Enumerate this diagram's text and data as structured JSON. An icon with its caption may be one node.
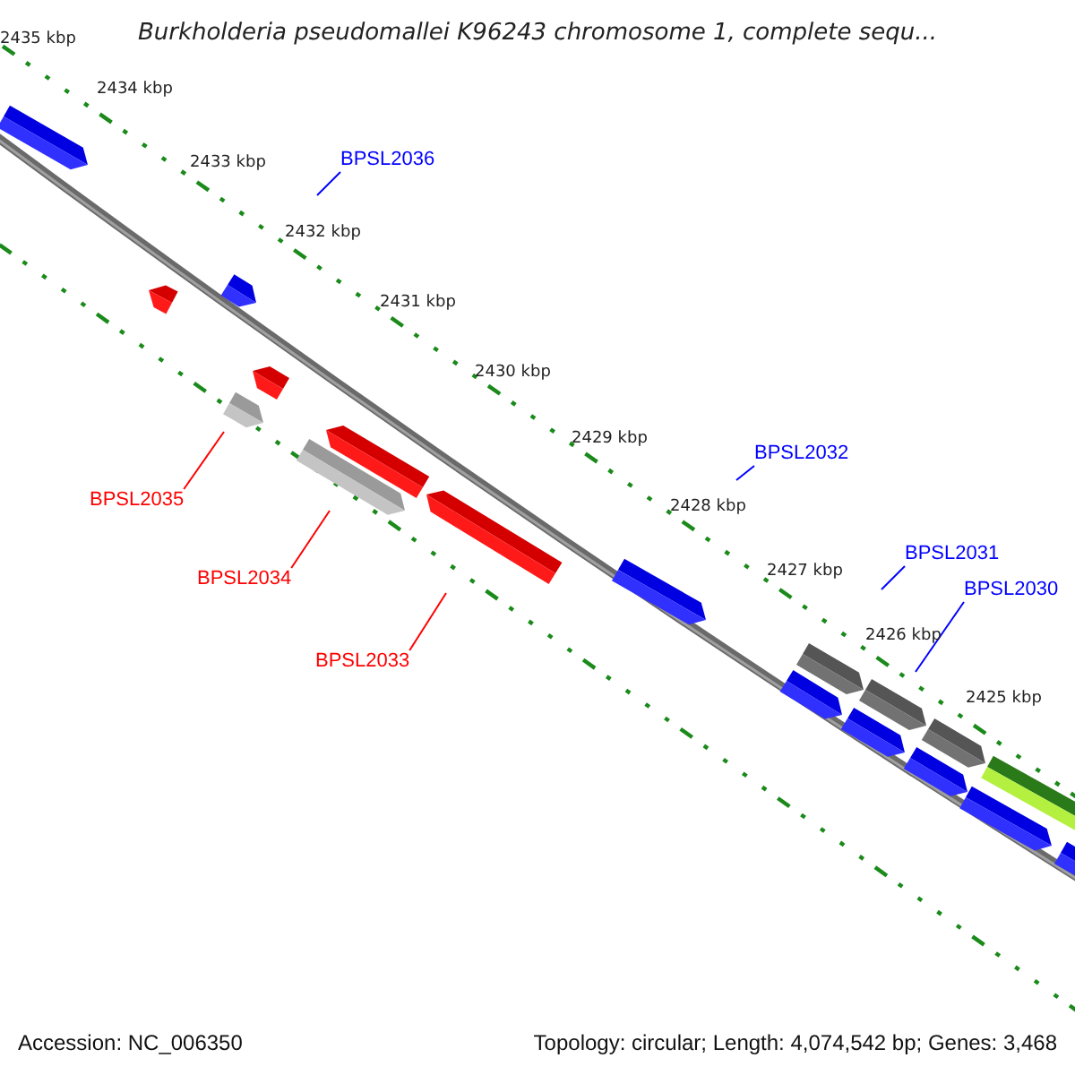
{
  "diagram": {
    "title": "Burkholderia pseudomallei K96243 chromosome 1, complete sequ...",
    "nodes": [
      {
        "text": [
          "BPSL2036"
        ]
      },
      {
        "text": [
          "BPSL2032"
        ]
      },
      {
        "text": [
          "BPSL2035"
        ]
      },
      {
        "text": [
          "BPSL2031"
        ]
      },
      {
        "text": [
          "BPSL2034"
        ]
      },
      {
        "text": [
          "BPSL2030"
        ]
      },
      {
        "text": [
          "BPSL2033"
        ]
      }
    ],
    "edges": [
      {
        "from": 0,
        "to": null,
        "arrow": "none",
        "color": "#0000ff"
      },
      {
        "from": 1,
        "to": null,
        "arrow": "none",
        "color": "#0000ff"
      },
      {
        "from": 2,
        "to": null,
        "arrow": "none",
        "color": "#ff0000"
      },
      {
        "from": 3,
        "to": null,
        "arrow": "none",
        "color": "#0000ff"
      },
      {
        "from": 4,
        "to": null,
        "arrow": "none",
        "color": "#ff0000"
      },
      {
        "from": 5,
        "to": null,
        "arrow": "none",
        "color": "#0000ff"
      },
      {
        "from": 6,
        "to": null,
        "arrow": "none",
        "color": "#ff0000"
      }
    ],
    "labels": [
      "2435 kbp",
      "2434 kbp",
      "2433 kbp",
      "2432 kbp",
      "2431 kbp",
      "2430 kbp",
      "2429 kbp",
      "2428 kbp",
      "2427 kbp",
      "2426 kbp",
      "2425 kbp",
      "Accession: NC_006350",
      "Topology: circular; Length: 4,074,542 bp; Genes: 3,468"
    ]
  }
}
